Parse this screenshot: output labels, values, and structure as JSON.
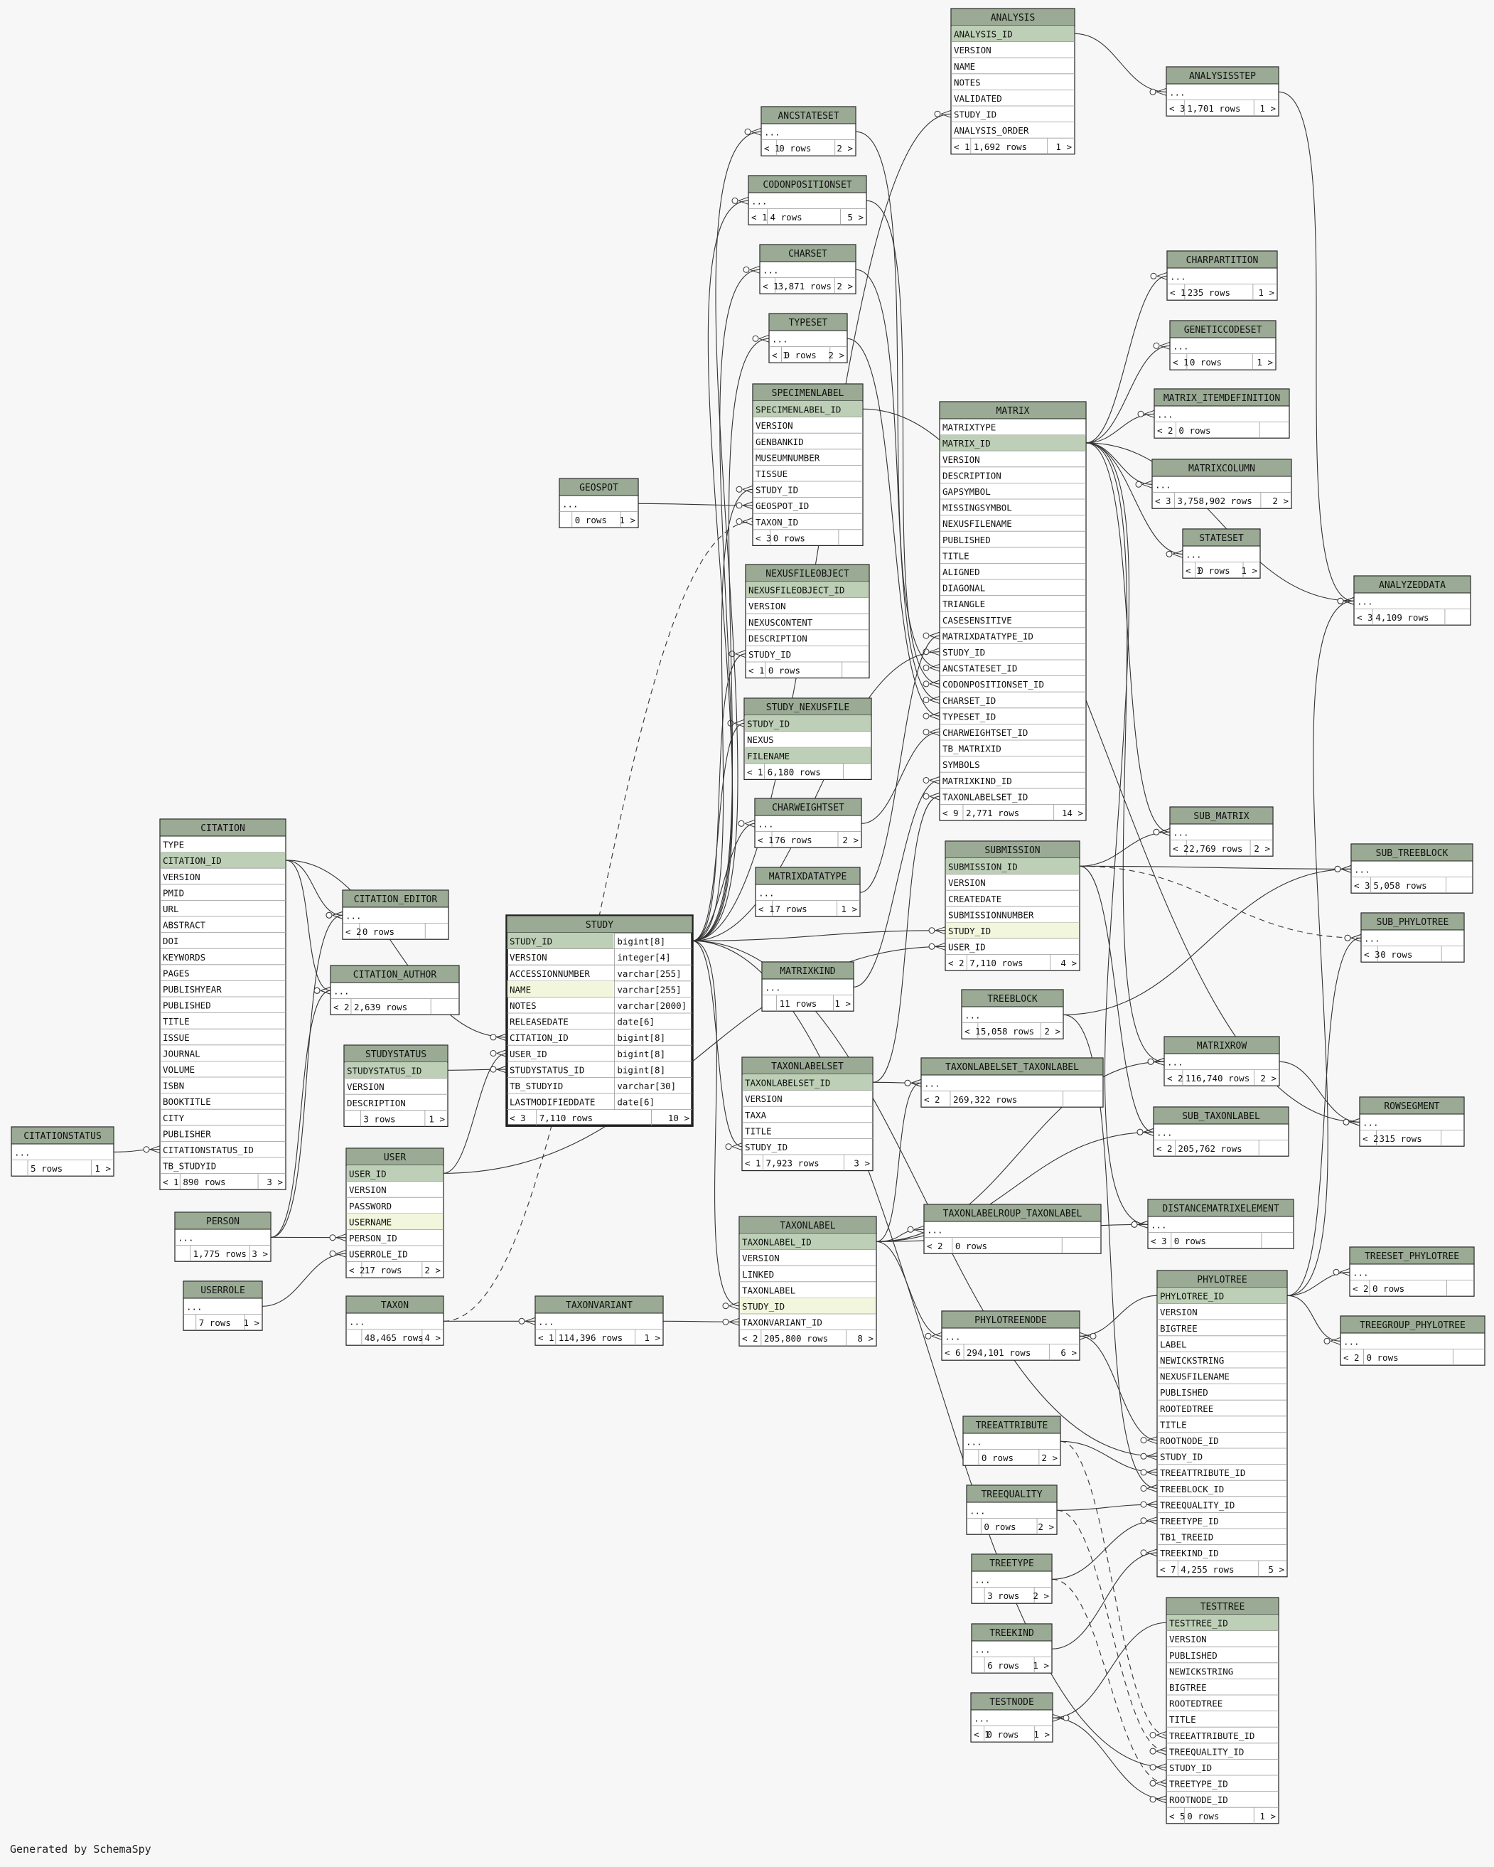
{
  "footer": "Generated by SchemaSpy",
  "colors": {
    "header": "#9aaa94",
    "key": "#bdcfb6",
    "highlight": "#f2f6dc",
    "line": "#333333",
    "background": "#f7f7f7"
  },
  "tables": [
    {
      "name": "ANALYSIS",
      "cols": [
        "ANALYSIS_ID",
        "VERSION",
        "NAME",
        "NOTES",
        "VALIDATED",
        "STUDY_ID",
        "ANALYSIS_ORDER"
      ],
      "types": [],
      "footer": [
        "< 1",
        "1,692 rows",
        "1 >"
      ],
      "pk": [
        0
      ],
      "hl": []
    },
    {
      "name": "ANALYSISSTEP",
      "cols": [
        "..."
      ],
      "types": [],
      "footer": [
        "< 3",
        "1,701 rows",
        "1 >"
      ],
      "pk": [],
      "hl": []
    },
    {
      "name": "ANCSTATESET",
      "cols": [
        "..."
      ],
      "types": [],
      "footer": [
        "< 1",
        "0 rows",
        "2 >"
      ],
      "pk": [],
      "hl": []
    },
    {
      "name": "CODONPOSITIONSET",
      "cols": [
        "..."
      ],
      "types": [],
      "footer": [
        "< 1",
        "4 rows",
        "5 >"
      ],
      "pk": [],
      "hl": []
    },
    {
      "name": "CHARSET",
      "cols": [
        "..."
      ],
      "types": [],
      "footer": [
        "< 1",
        "3,871 rows",
        "2 >"
      ],
      "pk": [],
      "hl": []
    },
    {
      "name": "TYPESET",
      "cols": [
        "..."
      ],
      "types": [],
      "footer": [
        "< 1",
        "0 rows",
        "2 >"
      ],
      "pk": [],
      "hl": []
    },
    {
      "name": "CHARPARTITION",
      "cols": [
        "..."
      ],
      "types": [],
      "footer": [
        "< 1",
        "235 rows",
        "1 >"
      ],
      "pk": [],
      "hl": []
    },
    {
      "name": "GENETICCODESET",
      "cols": [
        "..."
      ],
      "types": [],
      "footer": [
        "< 1",
        "0 rows",
        "1 >"
      ],
      "pk": [],
      "hl": []
    },
    {
      "name": "MATRIX_ITEMDEFINITION",
      "cols": [
        "..."
      ],
      "types": [],
      "footer": [
        "< 2",
        "0 rows",
        ""
      ],
      "pk": [],
      "hl": []
    },
    {
      "name": "MATRIXCOLUMN",
      "cols": [
        "..."
      ],
      "types": [],
      "footer": [
        "< 3",
        "3,758,902 rows",
        "2 >"
      ],
      "pk": [],
      "hl": []
    },
    {
      "name": "STATESET",
      "cols": [
        "..."
      ],
      "types": [],
      "footer": [
        "< 1",
        "0 rows",
        "1 >"
      ],
      "pk": [],
      "hl": []
    },
    {
      "name": "SPECIMENLABEL",
      "cols": [
        "SPECIMENLABEL_ID",
        "VERSION",
        "GENBANKID",
        "MUSEUMNUMBER",
        "TISSUE",
        "STUDY_ID",
        "GEOSPOT_ID",
        "TAXON_ID"
      ],
      "types": [],
      "footer": [
        "< 3",
        "0 rows",
        ""
      ],
      "pk": [
        0
      ],
      "hl": []
    },
    {
      "name": "GEOSPOT",
      "cols": [
        "..."
      ],
      "types": [],
      "footer": [
        "",
        "0 rows",
        "1 >"
      ],
      "pk": [],
      "hl": []
    },
    {
      "name": "MATRIX",
      "cols": [
        "MATRIXTYPE",
        "MATRIX_ID",
        "VERSION",
        "DESCRIPTION",
        "GAPSYMBOL",
        "MISSINGSYMBOL",
        "NEXUSFILENAME",
        "PUBLISHED",
        "TITLE",
        "ALIGNED",
        "DIAGONAL",
        "TRIANGLE",
        "CASESENSITIVE",
        "MATRIXDATATYPE_ID",
        "STUDY_ID",
        "ANCSTATESET_ID",
        "CODONPOSITIONSET_ID",
        "CHARSET_ID",
        "TYPESET_ID",
        "CHARWEIGHTSET_ID",
        "TB_MATRIXID",
        "SYMBOLS",
        "MATRIXKIND_ID",
        "TAXONLABELSET_ID"
      ],
      "types": [],
      "footer": [
        "< 9",
        "2,771 rows",
        "14 >"
      ],
      "pk": [
        1
      ],
      "hl": []
    },
    {
      "name": "NEXUSFILEOBJECT",
      "cols": [
        "NEXUSFILEOBJECT_ID",
        "VERSION",
        "NEXUSCONTENT",
        "DESCRIPTION",
        "STUDY_ID"
      ],
      "types": [],
      "footer": [
        "< 1",
        "0 rows",
        ""
      ],
      "pk": [
        0
      ],
      "hl": []
    },
    {
      "name": "ANALYZEDDATA",
      "cols": [
        "..."
      ],
      "types": [],
      "footer": [
        "< 3",
        "4,109 rows",
        ""
      ],
      "pk": [],
      "hl": []
    },
    {
      "name": "STUDY_NEXUSFILE",
      "cols": [
        "STUDY_ID",
        "NEXUS",
        "FILENAME"
      ],
      "types": [],
      "footer": [
        "< 1",
        "6,180 rows",
        ""
      ],
      "pk": [
        0,
        2
      ],
      "hl": []
    },
    {
      "name": "CHARWEIGHTSET",
      "cols": [
        "..."
      ],
      "types": [],
      "footer": [
        "< 1",
        "76 rows",
        "2 >"
      ],
      "pk": [],
      "hl": []
    },
    {
      "name": "SUB_MATRIX",
      "cols": [
        "..."
      ],
      "types": [],
      "footer": [
        "< 2",
        "2,769 rows",
        "2 >"
      ],
      "pk": [],
      "hl": []
    },
    {
      "name": "SUB_TREEBLOCK",
      "cols": [
        "..."
      ],
      "types": [],
      "footer": [
        "< 3",
        "5,058 rows",
        ""
      ],
      "pk": [],
      "hl": []
    },
    {
      "name": "CITATION",
      "cols": [
        "TYPE",
        "CITATION_ID",
        "VERSION",
        "PMID",
        "URL",
        "ABSTRACT",
        "DOI",
        "KEYWORDS",
        "PAGES",
        "PUBLISHYEAR",
        "PUBLISHED",
        "TITLE",
        "ISSUE",
        "JOURNAL",
        "VOLUME",
        "ISBN",
        "BOOKTITLE",
        "CITY",
        "PUBLISHER",
        "CITATIONSTATUS_ID",
        "TB_STUDYID"
      ],
      "types": [],
      "footer": [
        "< 1",
        "890 rows",
        "3 >"
      ],
      "pk": [
        1
      ],
      "hl": []
    },
    {
      "name": "CITATION_EDITOR",
      "cols": [
        "..."
      ],
      "types": [],
      "footer": [
        "< 2",
        "0 rows",
        ""
      ],
      "pk": [],
      "hl": []
    },
    {
      "name": "MATRIXDATATYPE",
      "cols": [
        "..."
      ],
      "types": [],
      "footer": [
        "< 1",
        "7 rows",
        "1 >"
      ],
      "pk": [],
      "hl": []
    },
    {
      "name": "SUBMISSION",
      "cols": [
        "SUBMISSION_ID",
        "VERSION",
        "CREATEDATE",
        "SUBMISSIONNUMBER",
        "STUDY_ID",
        "USER_ID"
      ],
      "types": [],
      "footer": [
        "< 2",
        "7,110 rows",
        "4 >"
      ],
      "pk": [
        0
      ],
      "hl": [
        4
      ]
    },
    {
      "name": "STUDY",
      "cols": [
        "STUDY_ID",
        "VERSION",
        "ACCESSIONNUMBER",
        "NAME",
        "NOTES",
        "RELEASEDATE",
        "CITATION_ID",
        "USER_ID",
        "STUDYSTATUS_ID",
        "TB_STUDYID",
        "LASTMODIFIEDDATE"
      ],
      "types": [
        "bigint[8]",
        "integer[4]",
        "varchar[255]",
        "varchar[255]",
        "varchar[2000]",
        "date[6]",
        "bigint[8]",
        "bigint[8]",
        "bigint[8]",
        "varchar[30]",
        "date[6]"
      ],
      "footer": [
        "< 3",
        "7,110 rows",
        "10 >"
      ],
      "pk": [
        0
      ],
      "hl": [
        3
      ]
    },
    {
      "name": "SUB_PHYLOTREE",
      "cols": [
        "..."
      ],
      "types": [],
      "footer": [
        "< 3",
        "0 rows",
        ""
      ],
      "pk": [],
      "hl": []
    },
    {
      "name": "CITATION_AUTHOR",
      "cols": [
        "..."
      ],
      "types": [],
      "footer": [
        "< 2",
        "2,639 rows",
        ""
      ],
      "pk": [],
      "hl": []
    },
    {
      "name": "MATRIXKIND",
      "cols": [
        "..."
      ],
      "types": [],
      "footer": [
        "",
        "11 rows",
        "1 >"
      ],
      "pk": [],
      "hl": []
    },
    {
      "name": "TREEBLOCK",
      "cols": [
        "..."
      ],
      "types": [],
      "footer": [
        "< 1",
        "5,058 rows",
        "2 >"
      ],
      "pk": [],
      "hl": []
    },
    {
      "name": "STUDYSTATUS",
      "cols": [
        "STUDYSTATUS_ID",
        "VERSION",
        "DESCRIPTION"
      ],
      "types": [],
      "footer": [
        "",
        "3 rows",
        "1 >"
      ],
      "pk": [
        0
      ],
      "hl": []
    },
    {
      "name": "MATRIXROW",
      "cols": [
        "..."
      ],
      "types": [],
      "footer": [
        "< 2",
        "116,740 rows",
        "2 >"
      ],
      "pk": [],
      "hl": []
    },
    {
      "name": "TAXONLABELSET",
      "cols": [
        "TAXONLABELSET_ID",
        "VERSION",
        "TAXA",
        "TITLE",
        "STUDY_ID"
      ],
      "types": [],
      "footer": [
        "< 1",
        "7,923 rows",
        "3 >"
      ],
      "pk": [
        0
      ],
      "hl": []
    },
    {
      "name": "TAXONLABELSET_TAXONLABEL",
      "cols": [
        "..."
      ],
      "types": [],
      "footer": [
        "< 2",
        "269,322 rows",
        ""
      ],
      "pk": [],
      "hl": []
    },
    {
      "name": "ROWSEGMENT",
      "cols": [
        "..."
      ],
      "types": [],
      "footer": [
        "< 2",
        "315 rows",
        ""
      ],
      "pk": [],
      "hl": []
    },
    {
      "name": "SUB_TAXONLABEL",
      "cols": [
        "..."
      ],
      "types": [],
      "footer": [
        "< 2",
        "205,762 rows",
        ""
      ],
      "pk": [],
      "hl": []
    },
    {
      "name": "CITATIONSTATUS",
      "cols": [
        "..."
      ],
      "types": [],
      "footer": [
        "",
        "5 rows",
        "1 >"
      ],
      "pk": [],
      "hl": []
    },
    {
      "name": "USER",
      "cols": [
        "USER_ID",
        "VERSION",
        "PASSWORD",
        "USERNAME",
        "PERSON_ID",
        "USERROLE_ID"
      ],
      "types": [],
      "footer": [
        "< 2",
        "17 rows",
        "2 >"
      ],
      "pk": [
        0
      ],
      "hl": [
        3
      ]
    },
    {
      "name": "DISTANCEMATRIXELEMENT",
      "cols": [
        "..."
      ],
      "types": [],
      "footer": [
        "< 3",
        "0 rows",
        ""
      ],
      "pk": [],
      "hl": []
    },
    {
      "name": "PERSON",
      "cols": [
        "..."
      ],
      "types": [],
      "footer": [
        "",
        "1,775 rows",
        "3 >"
      ],
      "pk": [],
      "hl": []
    },
    {
      "name": "TAXONLABELROUP_TAXONLABEL",
      "cols": [
        "..."
      ],
      "types": [],
      "footer": [
        "< 2",
        "0 rows",
        ""
      ],
      "pk": [],
      "hl": []
    },
    {
      "name": "TAXONLABEL",
      "cols": [
        "TAXONLABEL_ID",
        "VERSION",
        "LINKED",
        "TAXONLABEL",
        "STUDY_ID",
        "TAXONVARIANT_ID"
      ],
      "types": [],
      "footer": [
        "< 2",
        "205,800 rows",
        "8 >"
      ],
      "pk": [
        0
      ],
      "hl": [
        4
      ]
    },
    {
      "name": "TREESET_PHYLOTREE",
      "cols": [
        "..."
      ],
      "types": [],
      "footer": [
        "< 2",
        "0 rows",
        ""
      ],
      "pk": [],
      "hl": []
    },
    {
      "name": "PHYLOTREE",
      "cols": [
        "PHYLOTREE_ID",
        "VERSION",
        "BIGTREE",
        "LABEL",
        "NEWICKSTRING",
        "NEXUSFILENAME",
        "PUBLISHED",
        "ROOTEDTREE",
        "TITLE",
        "ROOTNODE_ID",
        "STUDY_ID",
        "TREEATTRIBUTE_ID",
        "TREEBLOCK_ID",
        "TREEQUALITY_ID",
        "TREETYPE_ID",
        "TB1_TREEID",
        "TREEKIND_ID"
      ],
      "types": [],
      "footer": [
        "< 7",
        "4,255 rows",
        "5 >"
      ],
      "pk": [
        0
      ],
      "hl": []
    },
    {
      "name": "USERROLE",
      "cols": [
        "..."
      ],
      "types": [],
      "footer": [
        "",
        "7 rows",
        "1 >"
      ],
      "pk": [],
      "hl": []
    },
    {
      "name": "TAXON",
      "cols": [
        "..."
      ],
      "types": [],
      "footer": [
        "",
        "48,465 rows",
        "4 >"
      ],
      "pk": [],
      "hl": []
    },
    {
      "name": "TAXONVARIANT",
      "cols": [
        "..."
      ],
      "types": [],
      "footer": [
        "< 1",
        "114,396 rows",
        "1 >"
      ],
      "pk": [],
      "hl": []
    },
    {
      "name": "TREEGROUP_PHYLOTREE",
      "cols": [
        "..."
      ],
      "types": [],
      "footer": [
        "< 2",
        "0 rows",
        ""
      ],
      "pk": [],
      "hl": []
    },
    {
      "name": "PHYLOTREENODE",
      "cols": [
        "..."
      ],
      "types": [],
      "footer": [
        "< 6",
        "294,101 rows",
        "6 >"
      ],
      "pk": [],
      "hl": []
    },
    {
      "name": "TREEATTRIBUTE",
      "cols": [
        "..."
      ],
      "types": [],
      "footer": [
        "",
        "0 rows",
        "2 >"
      ],
      "pk": [],
      "hl": []
    },
    {
      "name": "TREEQUALITY",
      "cols": [
        "..."
      ],
      "types": [],
      "footer": [
        "",
        "0 rows",
        "2 >"
      ],
      "pk": [],
      "hl": []
    },
    {
      "name": "TREETYPE",
      "cols": [
        "..."
      ],
      "types": [],
      "footer": [
        "",
        "3 rows",
        "2 >"
      ],
      "pk": [],
      "hl": []
    },
    {
      "name": "TESTTREE",
      "cols": [
        "TESTTREE_ID",
        "VERSION",
        "PUBLISHED",
        "NEWICKSTRING",
        "BIGTREE",
        "ROOTEDTREE",
        "TITLE",
        "TREEATTRIBUTE_ID",
        "TREEQUALITY_ID",
        "STUDY_ID",
        "TREETYPE_ID",
        "ROOTNODE_ID"
      ],
      "types": [],
      "footer": [
        "< 5",
        "0 rows",
        "1 >"
      ],
      "pk": [
        0
      ],
      "hl": []
    },
    {
      "name": "TREEKIND",
      "cols": [
        "..."
      ],
      "types": [],
      "footer": [
        "",
        "6 rows",
        "1 >"
      ],
      "pk": [],
      "hl": []
    },
    {
      "name": "TESTNODE",
      "cols": [
        "..."
      ],
      "types": [],
      "footer": [
        "< 1",
        "0 rows",
        "1 >"
      ],
      "pk": [],
      "hl": []
    }
  ]
}
